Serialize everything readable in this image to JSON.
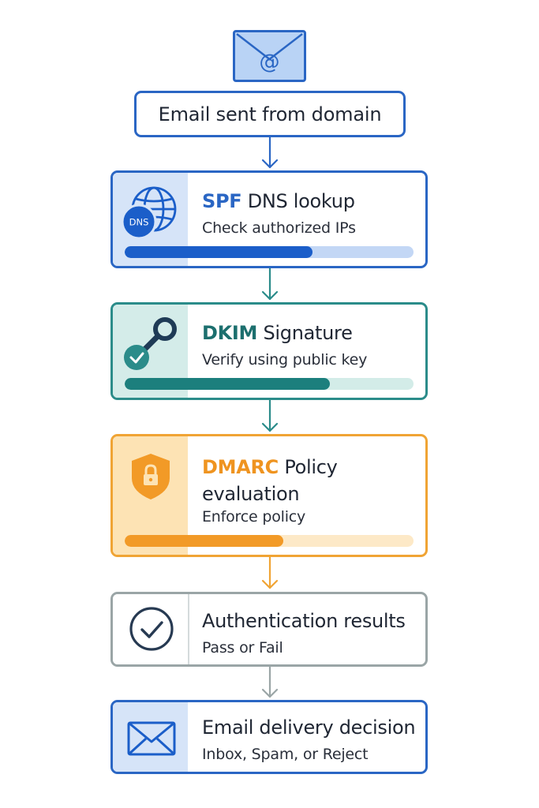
{
  "start": {
    "label": "Email sent from domain"
  },
  "steps": {
    "spf": {
      "title_accent": "SPF",
      "title_rest": " DNS lookup",
      "subtitle": "Check authorized IPs",
      "icon_badge": "DNS",
      "icon": "globe-icon",
      "progress": 0.65
    },
    "dkim": {
      "title_accent": "DKIM",
      "title_rest": " Signature",
      "subtitle": "Verify using public key",
      "icon": "key-check-icon",
      "progress": 0.71
    },
    "dmarc": {
      "title_accent": "DMARC",
      "title_rest": " Policy",
      "title_line2": "evaluation",
      "subtitle": "Enforce policy",
      "icon": "shield-lock-icon",
      "progress": 0.55
    },
    "auth": {
      "title": "Authentication results",
      "subtitle": "Pass or Fail",
      "icon": "check-circle-icon"
    },
    "delivery": {
      "title": "Email delivery decision",
      "subtitle": "Inbox, Spam, or Reject",
      "icon": "envelope-icon"
    }
  },
  "colors": {
    "spf": "#2a66c4",
    "dkim": "#2b8c8a",
    "dmarc": "#f0a434",
    "auth": "#9aa5a6",
    "delivery": "#2a66c4"
  }
}
